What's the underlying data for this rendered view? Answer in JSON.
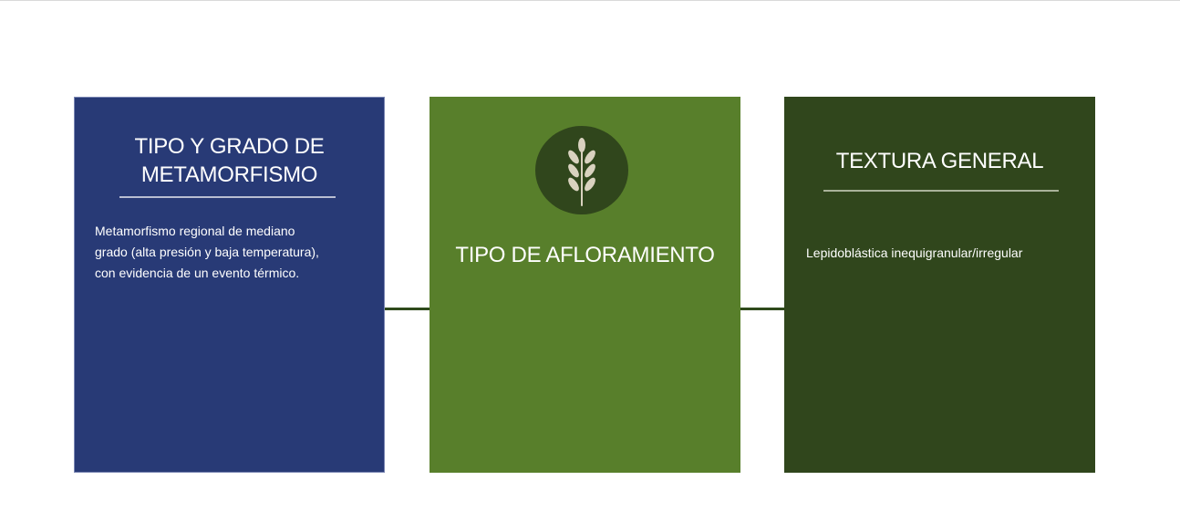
{
  "cards": [
    {
      "title_line1": "TIPO Y GRADO DE",
      "title_line2": "METAMORFISMO",
      "body_line1": "Metamorfismo regional de mediano",
      "body_line2": "grado (alta presión y baja temperatura),",
      "body_line3": "con evidencia de un evento térmico.",
      "color": "#283a76"
    },
    {
      "title": "TIPO DE AFLORAMIENTO",
      "icon": "wheat-icon",
      "color": "#587f2b"
    },
    {
      "title": "TEXTURA GENERAL",
      "body": "Lepidoblástica inequigranular/irregular",
      "color": "#30461c"
    }
  ]
}
